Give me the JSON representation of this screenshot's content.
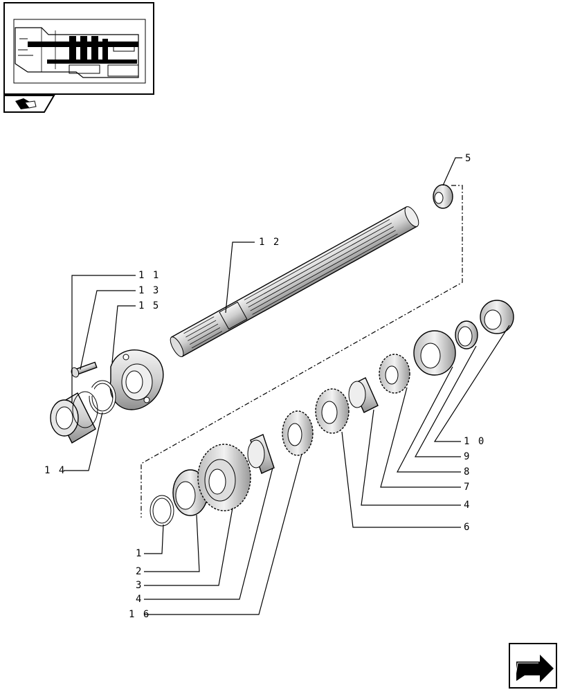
{
  "callouts": [
    {
      "id": "c1",
      "text": "1"
    },
    {
      "id": "c2",
      "text": "2"
    },
    {
      "id": "c3",
      "text": "3"
    },
    {
      "id": "c4a",
      "text": "4"
    },
    {
      "id": "c4b",
      "text": "4"
    },
    {
      "id": "c5",
      "text": "5"
    },
    {
      "id": "c6",
      "text": "6"
    },
    {
      "id": "c7",
      "text": "7"
    },
    {
      "id": "c8",
      "text": "8"
    },
    {
      "id": "c9",
      "text": "9"
    },
    {
      "id": "c10",
      "text": "1 0"
    },
    {
      "id": "c11",
      "text": "1 1"
    },
    {
      "id": "c12",
      "text": "1 2"
    },
    {
      "id": "c13",
      "text": "1 3"
    },
    {
      "id": "c14",
      "text": "1 4"
    },
    {
      "id": "c15",
      "text": "1 5"
    },
    {
      "id": "c16",
      "text": "1 6"
    }
  ],
  "icons": {
    "thumbnail": "transmission-assembly-thumbnail",
    "book": "catalog-book-icon",
    "next": "next-page-arrow-icon"
  }
}
